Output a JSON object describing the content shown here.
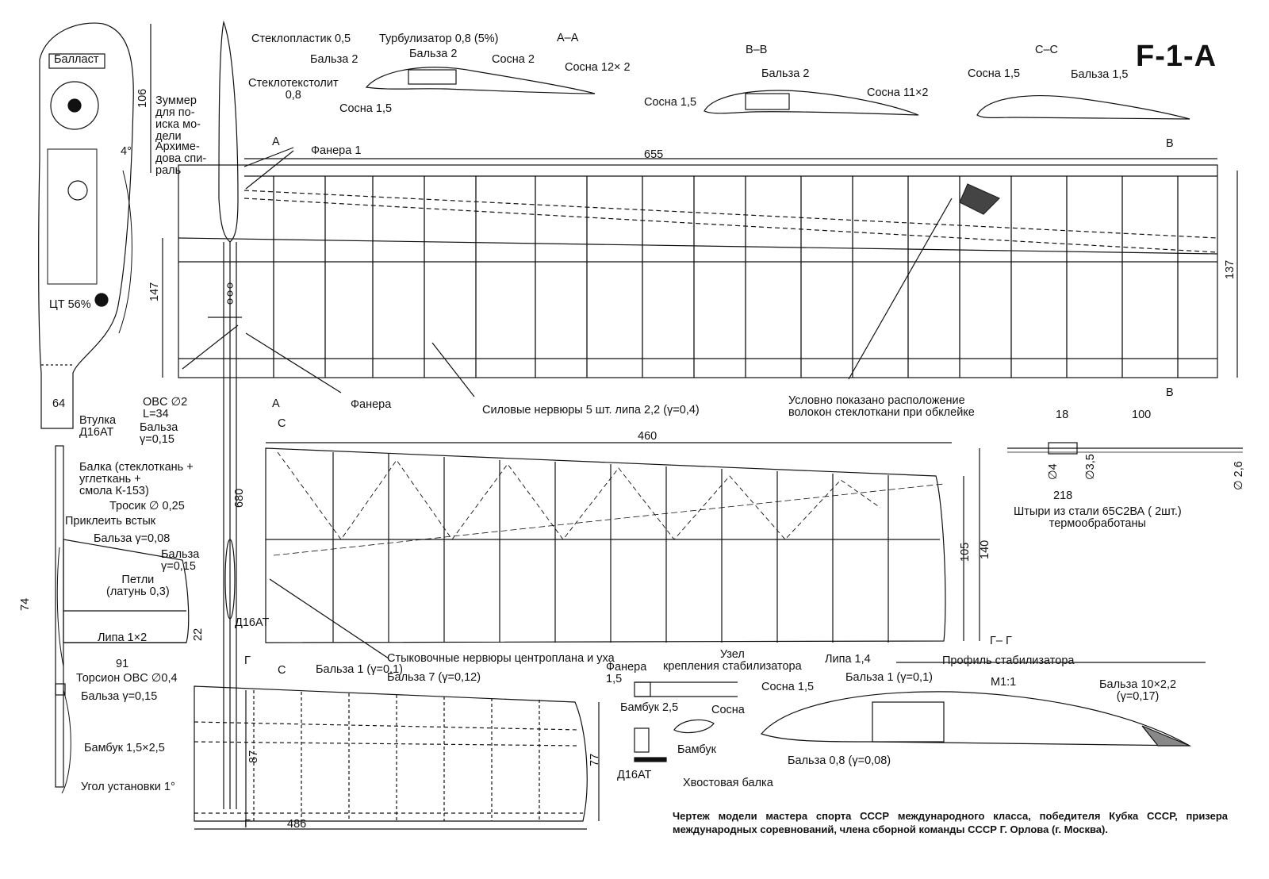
{
  "title": "F-1-A",
  "caption": "Чертеж модели мастера спорта СССР международного класса, победителя Кубка СССР, призера международных соревнований, члена сборной команды СССР Г. Орлова (г. Москва).",
  "sections": {
    "aa": {
      "title": "A–A",
      "fiberglass": "Стеклопластик 0,5",
      "turbulator": "Турбулизатор 0,8 (5%)",
      "balsa2a": "Бальза 2",
      "balsa2b": "Бальза 2",
      "pine2": "Сосна 2",
      "pine12x2": "Сосна 12× 2",
      "textolite": "Стеклотекстолит\n0,8",
      "pine15": "Сосна 1,5"
    },
    "bb": {
      "title": "B–B",
      "balsa2": "Бальза 2",
      "pine15": "Сосна 1,5",
      "pine11x2": "Сосна 11×2"
    },
    "cc": {
      "title": "C–C",
      "pine15": "Сосна 1,5",
      "balsa15": "Бальза 1,5"
    }
  },
  "fuselage": {
    "ballast": "Балласт",
    "buzzer": "Зуммер\nдля по-\nиска мо-\nдели",
    "spiral": "Архиме-\nдова спи-\nраль",
    "angle4": "4°",
    "cg": "ЦТ 56%",
    "ovs": "OBC ∅2\nL=34",
    "balsa015": "Бальза\nγ=0,15",
    "bushing": "Втулка\nД16АТ",
    "beam": "Балка (стеклоткань +\nуглеткань +\nсмола К-153)",
    "cable": "Тросик ∅ 0,25",
    "glue": "Приклеить встык",
    "balsa008": "Бальза γ=0,08",
    "balsa015b": "Бальза\nγ=0,15",
    "hinges": "Петли\n(латунь 0,3)",
    "linden1x2": "Липа 1×2",
    "torsion": "Торсион OBC ∅0,4",
    "balsa015c": "Бальза γ=0,15",
    "bamboo": "Бамбук 1,5×2,5",
    "incidence": "Угол установки 1°",
    "d16at": "Д16АТ"
  },
  "wing": {
    "plywood1": "Фанера 1",
    "plywood": "Фанера",
    "ribs": "Силовые нервюры 5 шт. липа 2,2 (γ=0,4)",
    "fibers": "Условно показано расположение\nволокон стеклоткани при обклейке",
    "joint_ribs": "Стыковочные нервюры центроплана и уха",
    "balsa7": "Бальза 7 (γ=0,12)",
    "linden14": "Липа 1,4"
  },
  "pins": {
    "caption": "Штыри из стали 65С2ВА ( 2шт.)\nтермообработаны",
    "d18": "18",
    "d100": "100",
    "d4": "∅4",
    "d35": "∅3,5",
    "d26": "∅ 2,6",
    "d218": "218"
  },
  "stab": {
    "balsa1": "Бальза 1 (γ=0,1)",
    "node": "Узел\nкрепления стабилизатора",
    "plywood15": "Фанера\n1,5",
    "bamboo25": "Бамбук 2,5",
    "pine": "Сосна",
    "bamboo": "Бамбук",
    "d16at": "Д16АТ",
    "tailboom": "Хвостовая балка",
    "gg": "Г– Г",
    "profile": "Профиль стабилизатора",
    "m11": "M1:1",
    "pine15": "Сосна 1,5",
    "balsa10": "Бальза 10×2,2\n(γ=0,17)",
    "balsa08": "Бальза 0,8 (γ=0,08)"
  },
  "dims": {
    "d655": "655",
    "d137": "137",
    "d147": "147",
    "d106": "106",
    "d64": "64",
    "d460": "460",
    "d105": "105",
    "d140": "140",
    "d680": "680",
    "d74": "74",
    "d22": "22",
    "d91": "91",
    "d87": "87",
    "d77": "77",
    "d486": "486"
  },
  "markers": {
    "a1": "A",
    "a2": "A",
    "b1": "B",
    "b2": "B",
    "c1": "C",
    "c2": "C",
    "g1": "Г",
    "g2": "Г"
  }
}
